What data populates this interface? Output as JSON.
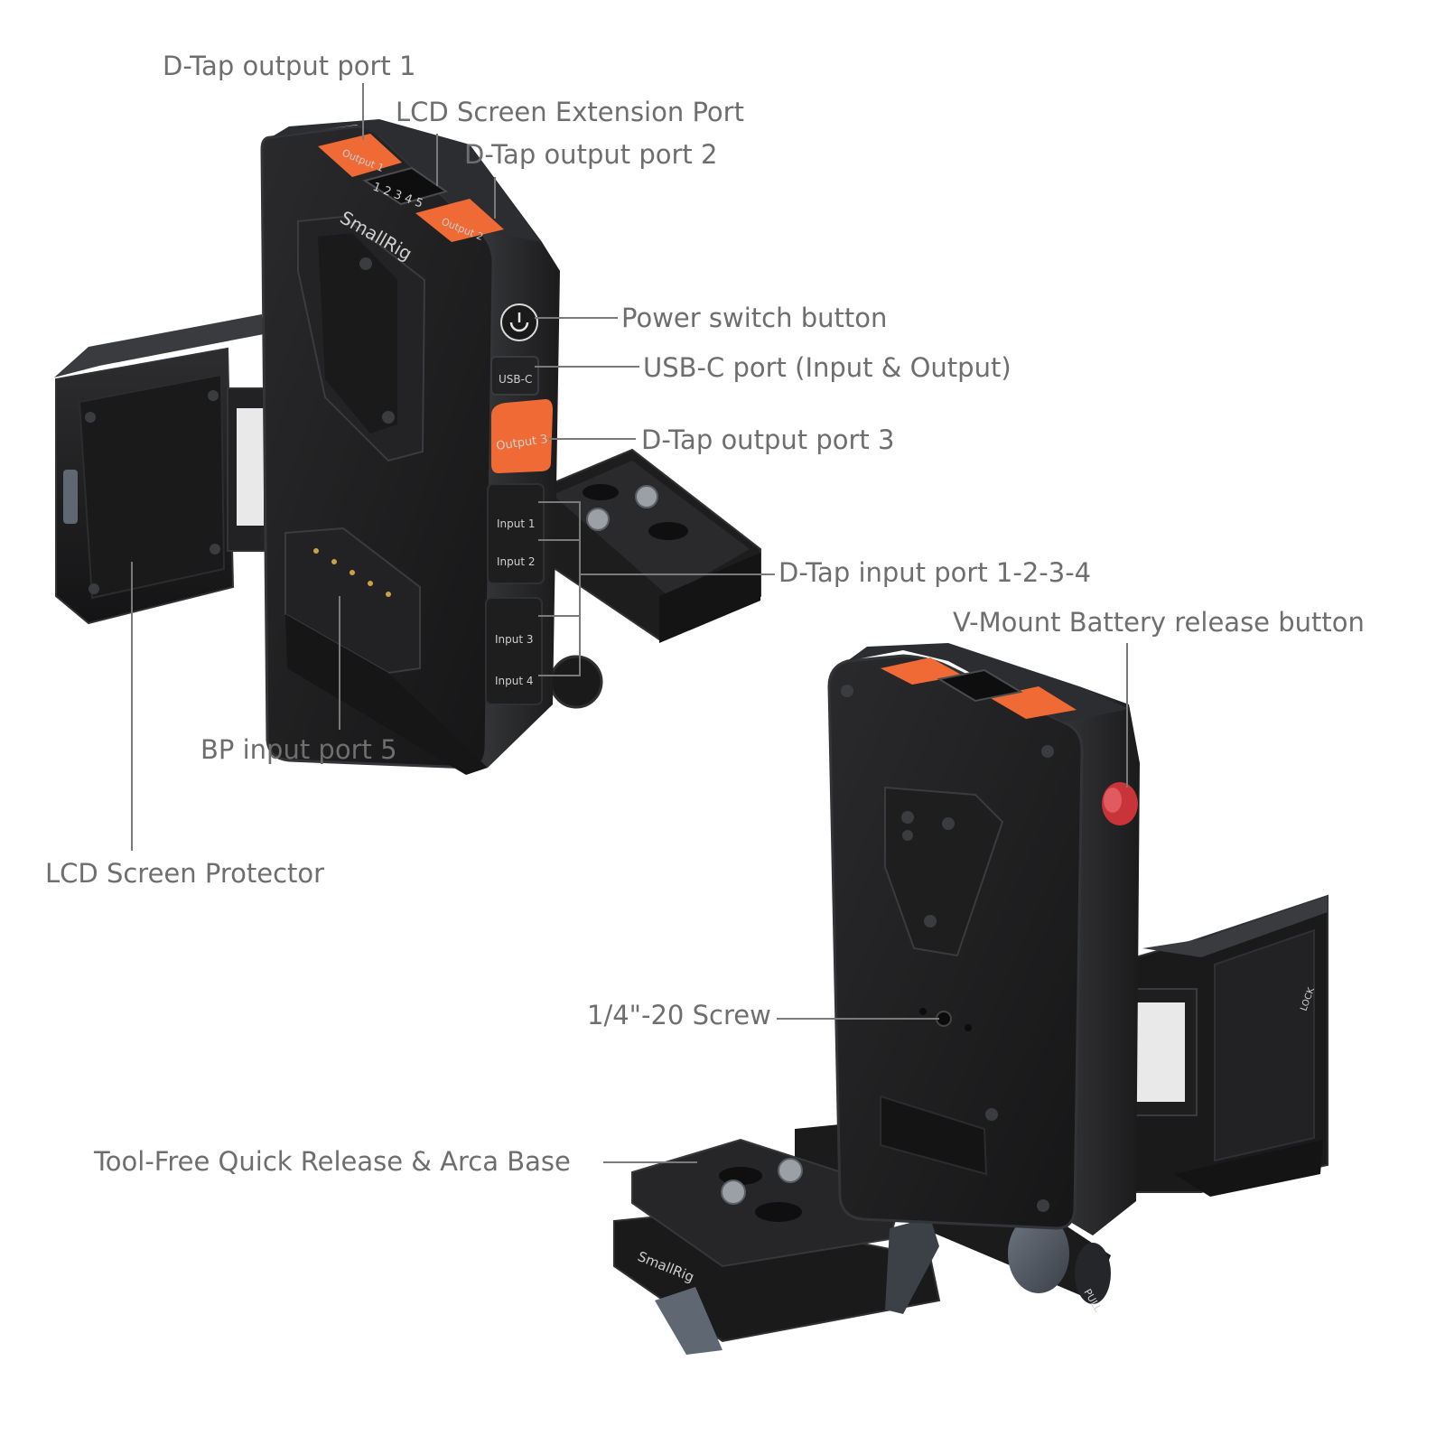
{
  "colors": {
    "label_text": "#6e6e6e",
    "leader_line": "#7a7a7a",
    "device_body": "#1c1c1d",
    "device_edge": "#2f3033",
    "accent_orange": "#f06a35",
    "release_red": "#c8343a",
    "background": "#ffffff"
  },
  "callouts": {
    "dtap_output_1": "D-Tap output port 1",
    "lcd_extension_port": "LCD Screen Extension Port",
    "dtap_output_2": "D-Tap output port 2",
    "power_switch": "Power switch button",
    "usbc_port": "USB-C port (Input & Output)",
    "dtap_output_3": "D-Tap output port 3",
    "dtap_input_1_4": "D-Tap input port 1-2-3-4",
    "vmount_release": "V-Mount Battery release button",
    "bp_input_5": "BP input port 5",
    "lcd_protector": "LCD Screen Protector",
    "screw_quarter_20": "1/4\"-20 Screw",
    "quick_release_base": "Tool-Free Quick Release & Arca Base"
  },
  "device_markings": {
    "brand": "SmallRig",
    "output_1": "Output 1",
    "output_2": "Output 2",
    "output_3": "Output 3",
    "usb_c": "USB-C",
    "input_1": "Input 1",
    "input_2": "Input 2",
    "input_3": "Input 3",
    "input_4": "Input 4",
    "lcd_digits": "1 2 3 4 5",
    "lock": "LOCK",
    "pull": "PULL"
  }
}
